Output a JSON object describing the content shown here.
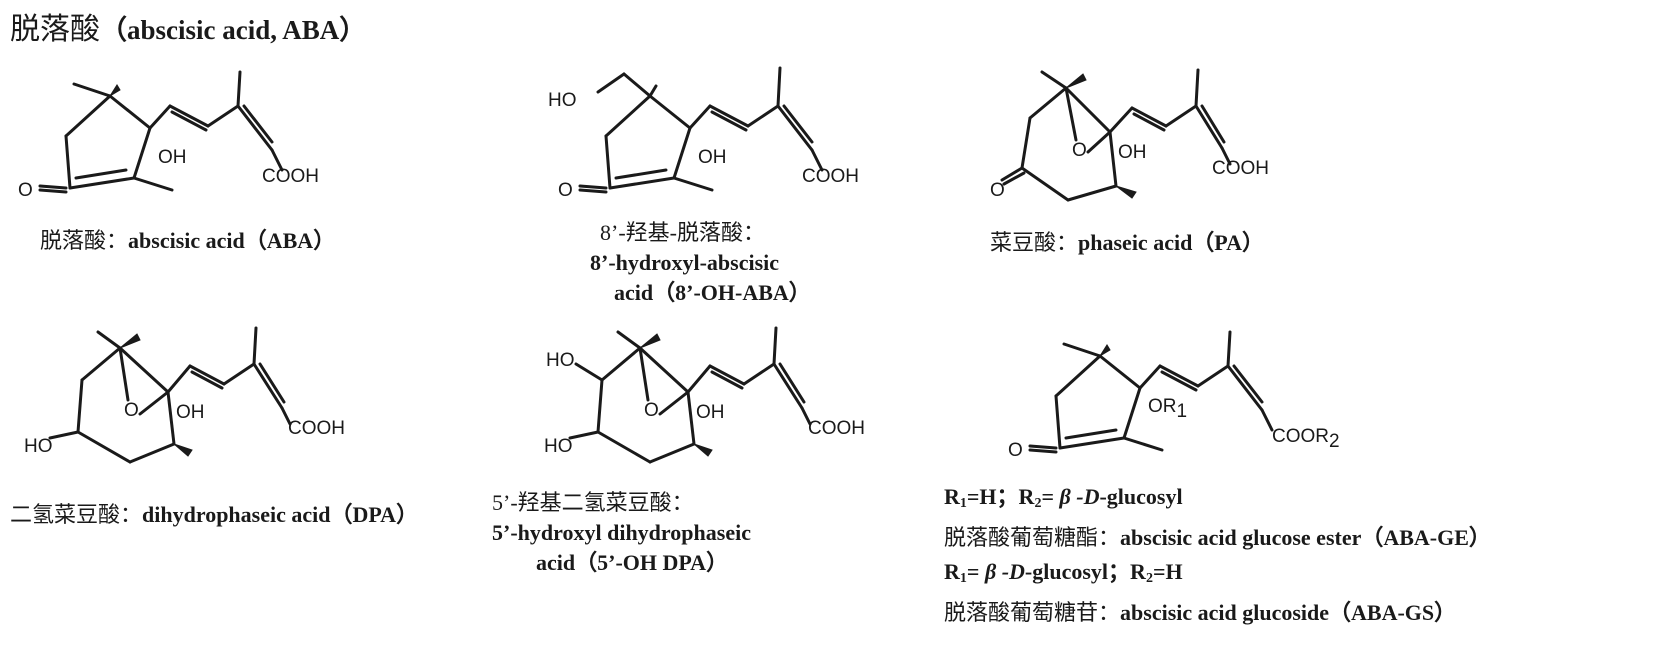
{
  "title": {
    "cn": "脱落酸",
    "en": "（abscisic acid, ABA）"
  },
  "atom_labels": {
    "oh": "OH",
    "o": "O",
    "ho": "HO",
    "cooh": "COOH",
    "coo": "COO",
    "r": "R",
    "sub1": "1",
    "sub2": "2",
    "or": "OR"
  },
  "compounds": [
    {
      "id": "aba",
      "cn": "脱落酸：",
      "en": "abscisic acid（ABA）"
    },
    {
      "id": "oh_aba",
      "cn": "8’-羟基-脱落酸：",
      "en1": "8’-hydroxyl-abscisic",
      "en2": "acid（8’-OH-ABA）"
    },
    {
      "id": "pa",
      "cn": "菜豆酸：",
      "en": "phaseic acid（PA）"
    },
    {
      "id": "dpa",
      "cn": "二氢菜豆酸：",
      "en": "dihydrophaseic acid（DPA）"
    },
    {
      "id": "oh_dpa",
      "cn": "5’-羟基二氢菜豆酸：",
      "en1": "5’-hydroxyl dihydrophaseic",
      "en2": "acid（5’-OH DPA）"
    },
    {
      "id": "aba_conj",
      "line1": {
        "r1": "R",
        "a": "=H；",
        "r2": "R",
        "b": "= ",
        "beta": "β -D",
        "c": "-glucosyl"
      },
      "ge_cn": "脱落酸葡萄糖酯：",
      "ge_en": "abscisic acid glucose ester（ABA-GE）",
      "line3": {
        "r1": "R",
        "a": "= ",
        "beta": "β -D",
        "b": "-glucosyl；",
        "r2": "R",
        "c": "=H"
      },
      "gs_cn": "脱落酸葡萄糖苷：",
      "gs_en": "abscisic acid glucoside（ABA-GS）"
    }
  ]
}
